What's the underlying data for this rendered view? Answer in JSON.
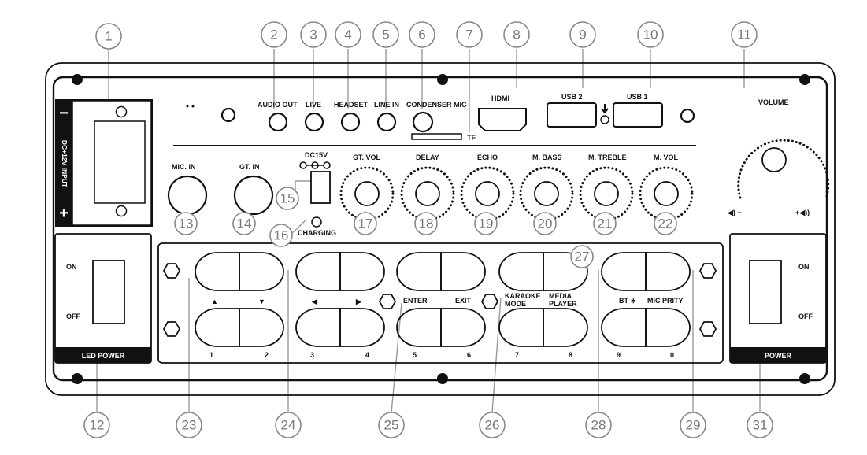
{
  "callouts": [
    "1",
    "2",
    "3",
    "4",
    "5",
    "6",
    "7",
    "8",
    "9",
    "10",
    "11",
    "12",
    "13",
    "14",
    "15",
    "16",
    "17",
    "18",
    "19",
    "20",
    "21",
    "22",
    "23",
    "24",
    "25",
    "26",
    "27",
    "28",
    "29",
    "31"
  ],
  "labels": {
    "dc_input": "DC+12V INPUT",
    "minus": "−",
    "plus": "+",
    "audio_out": "AUDIO OUT",
    "live": "LIVE",
    "headset": "HEADSET",
    "line_in": "LINE IN",
    "condenser_mic": "CONDENSER MIC",
    "tf": "TF",
    "hdmi": "HDMI",
    "usb2": "USB 2",
    "usb1": "USB 1",
    "volume": "VOLUME",
    "vol_minus": "◀) −",
    "vol_plus": "+◀))",
    "mic_in": "MIC. IN",
    "gt_in": "GT. IN",
    "dc15v": "DC15V",
    "charging": "CHARGING",
    "gt_vol": "GT. VOL",
    "delay": "DELAY",
    "echo": "ECHO",
    "m_bass": "M. BASS",
    "m_treble": "M. TREBLE",
    "m_vol": "M. VOL",
    "on": "ON",
    "off": "OFF",
    "led_power": "LED POWER",
    "power": "POWER",
    "up": "▲",
    "down": "▼",
    "left": "◀",
    "right": "▶",
    "enter": "ENTER",
    "exit": "EXIT",
    "karaoke1": "KARAOKE",
    "karaoke2": "MODE",
    "media1": "MEDIA",
    "media2": "PLAYER",
    "bt": "BT ∗",
    "mic_prity": "MIC PRITY",
    "n1": "1",
    "n2": "2",
    "n3": "3",
    "n4": "4",
    "n5": "5",
    "n6": "6",
    "n7": "7",
    "n8": "8",
    "n9": "9",
    "n0": "0"
  }
}
